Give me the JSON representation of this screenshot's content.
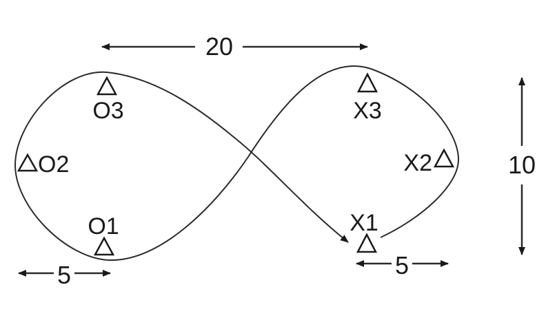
{
  "dimensions": {
    "top_width": "20",
    "right_height": "10",
    "bottom_left_width": "5",
    "bottom_right_width": "5"
  },
  "cones": {
    "o1": "O1",
    "o2": "O2",
    "o3": "O3",
    "x1": "X1",
    "x2": "X2",
    "x3": "X3"
  }
}
